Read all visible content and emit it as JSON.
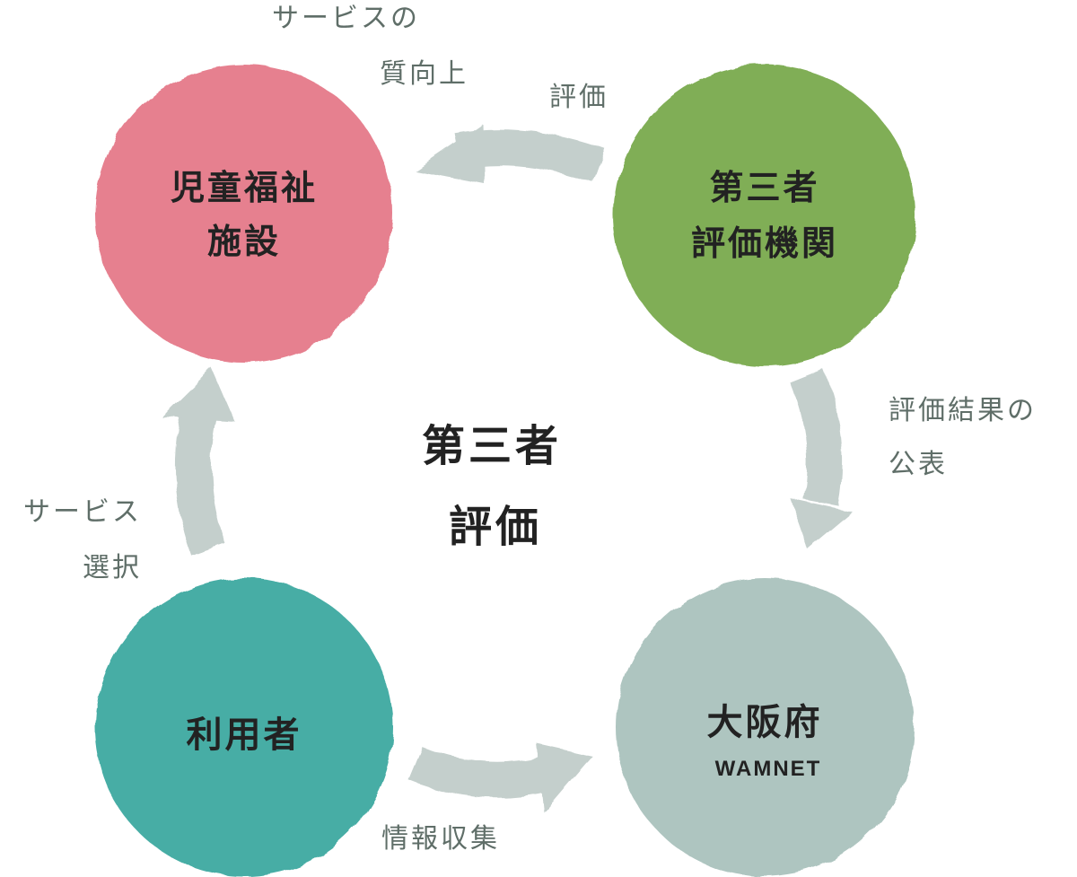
{
  "colors": {
    "facility": "#e6808f",
    "evaluator": "#80ae57",
    "osaka": "#aec5c0",
    "users": "#47ada5",
    "arrow": "#c4cfcc",
    "edge_text": "#5f6e68",
    "node_text": "#222222"
  },
  "center": {
    "line1": "第三者",
    "line2": "評価"
  },
  "nodes": {
    "facility": {
      "line1": "児童福祉",
      "line2": "施設"
    },
    "evaluator": {
      "line1": "第三者",
      "line2": "評価機関"
    },
    "osaka": {
      "line1": "大阪府",
      "line2": "WAMNET"
    },
    "users": {
      "line1": "利用者"
    }
  },
  "edges": {
    "evaluation": {
      "line1": "評価"
    },
    "service_quality": {
      "line1": "サービスの",
      "line2": "質向上"
    },
    "publication": {
      "line1": "評価結果の",
      "line2": "公表"
    },
    "info_collection": {
      "line1": "情報収集"
    },
    "service_selection": {
      "line1": "サービス",
      "line2": "選択"
    }
  }
}
